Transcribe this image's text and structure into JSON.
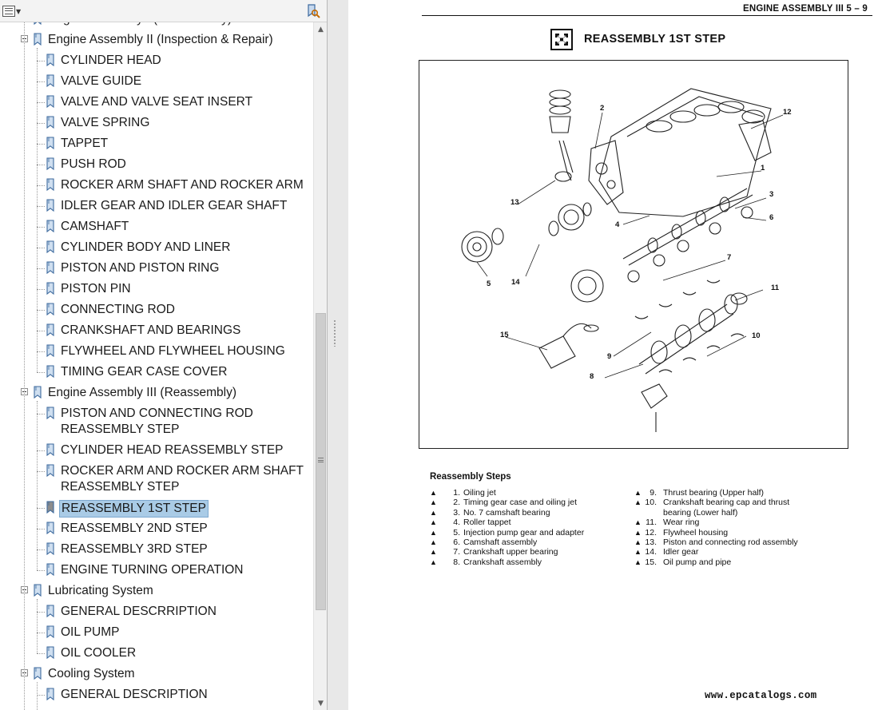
{
  "sidebar": {
    "items": [
      {
        "label": "Engine Assembly I (Disassembly)",
        "level": 1,
        "cut": true
      },
      {
        "label": "Engine Assembly II (Inspection & Repair)",
        "level": 1
      },
      {
        "label": "CYLINDER HEAD",
        "level": 2
      },
      {
        "label": "VALVE GUIDE",
        "level": 2
      },
      {
        "label": "VALVE AND VALVE SEAT INSERT",
        "level": 2
      },
      {
        "label": "VALVE SPRING",
        "level": 2
      },
      {
        "label": "TAPPET",
        "level": 2
      },
      {
        "label": "PUSH ROD",
        "level": 2
      },
      {
        "label": "ROCKER ARM SHAFT AND ROCKER ARM",
        "level": 2
      },
      {
        "label": "IDLER GEAR AND IDLER GEAR SHAFT",
        "level": 2
      },
      {
        "label": "CAMSHAFT",
        "level": 2
      },
      {
        "label": "CYLINDER BODY AND LINER",
        "level": 2
      },
      {
        "label": "PISTON AND PISTON RING",
        "level": 2
      },
      {
        "label": "PISTON PIN",
        "level": 2
      },
      {
        "label": "CONNECTING ROD",
        "level": 2
      },
      {
        "label": "CRANKSHAFT AND BEARINGS",
        "level": 2
      },
      {
        "label": "FLYWHEEL AND FLYWHEEL HOUSING",
        "level": 2
      },
      {
        "label": "TIMING GEAR CASE COVER",
        "level": 2
      },
      {
        "label": "Engine Assembly III (Reassembly)",
        "level": 1
      },
      {
        "label": "PISTON AND CONNECTING ROD REASSEMBLY STEP",
        "level": 2,
        "tall": true
      },
      {
        "label": "CYLINDER HEAD REASSEMBLY STEP",
        "level": 2
      },
      {
        "label": "ROCKER ARM AND ROCKER ARM SHAFT REASSEMBLY STEP",
        "level": 2,
        "tall": true
      },
      {
        "label": "REASSEMBLY 1ST STEP",
        "level": 2,
        "selected": true
      },
      {
        "label": "REASSEMBLY 2ND STEP",
        "level": 2
      },
      {
        "label": "REASSEMBLY 3RD STEP",
        "level": 2
      },
      {
        "label": "ENGINE TURNING OPERATION",
        "level": 2
      },
      {
        "label": "Lubricating System",
        "level": 1
      },
      {
        "label": "GENERAL DESCRRIPTION",
        "level": 2
      },
      {
        "label": "OIL PUMP",
        "level": 2
      },
      {
        "label": "OIL COOLER",
        "level": 2
      },
      {
        "label": "Cooling System",
        "level": 1
      },
      {
        "label": "GENERAL DESCRIPTION",
        "level": 2
      }
    ],
    "icons": {
      "options": "options-menu-icon",
      "find": "find-bookmark-icon",
      "bookmark": "bookmark-icon"
    }
  },
  "document": {
    "header": "ENGINE ASSEMBLY III  5 – 9",
    "section_title": "REASSEMBLY 1ST STEP",
    "diagram_callouts": [
      "1",
      "2",
      "3",
      "4",
      "5",
      "6",
      "7",
      "8",
      "9",
      "10",
      "11",
      "12",
      "13",
      "14",
      "15"
    ],
    "steps_title": "Reassembly Steps",
    "steps": [
      {
        "num": "1.",
        "text": "Oiling jet"
      },
      {
        "num": "2.",
        "text": "Timing gear case and oiling jet"
      },
      {
        "num": "3.",
        "text": "No. 7 camshaft bearing"
      },
      {
        "num": "4.",
        "text": "Roller tappet"
      },
      {
        "num": "5.",
        "text": "Injection pump gear and adapter"
      },
      {
        "num": "6.",
        "text": "Camshaft assembly"
      },
      {
        "num": "7.",
        "text": "Crankshaft upper bearing"
      },
      {
        "num": "8.",
        "text": "Crankshaft assembly"
      },
      {
        "num": "9.",
        "text": "Thrust bearing (Upper half)"
      },
      {
        "num": "10.",
        "text": "Crankshaft bearing cap and thrust",
        "text2": "bearing (Lower half)"
      },
      {
        "num": "11.",
        "text": "Wear ring"
      },
      {
        "num": "12.",
        "text": "Flywheel housing"
      },
      {
        "num": "13.",
        "text": "Piston and connecting rod assembly"
      },
      {
        "num": "14.",
        "text": "Idler gear"
      },
      {
        "num": "15.",
        "text": "Oil pump and pipe"
      }
    ],
    "triangle": "▲",
    "watermark": "www.epcatalogs.com"
  },
  "colors": {
    "selection": "#a9cbe6",
    "selection_border": "#7ea9cf",
    "toolbar": "#f3f3f3",
    "bookmark_icon": "#5a7fa8"
  }
}
